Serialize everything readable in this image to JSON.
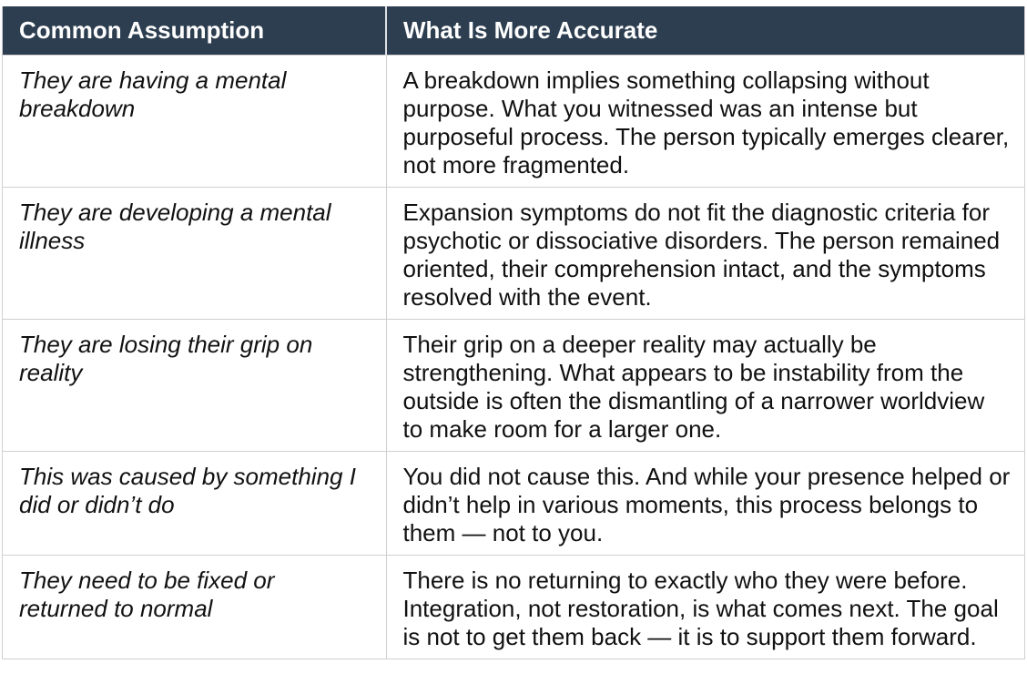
{
  "table": {
    "columns": [
      {
        "label": "Common Assumption"
      },
      {
        "label": "What Is More Accurate"
      }
    ],
    "rows": [
      {
        "assumption": "They are having a mental breakdown",
        "accurate": "A breakdown implies something collapsing without purpose. What you witnessed was an intense but purposeful process. The person typically emerges clearer, not more fragmented."
      },
      {
        "assumption": "They are developing a mental illness",
        "accurate": "Expansion symptoms do not fit the diagnostic criteria for psychotic or dissociative disorders. The person remained oriented, their comprehension intact, and the symptoms resolved with the event."
      },
      {
        "assumption": "They are losing their grip on reality",
        "accurate": "Their grip on a deeper reality may actually be strengthening. What appears to be instability from the outside is often the dismantling of a narrower worldview to make room for a larger one."
      },
      {
        "assumption": "This was caused by something I did or didn’t do",
        "accurate": "You did not cause this. And while your presence helped or didn’t help in various moments, this process belongs to them — not to you."
      },
      {
        "assumption": "They need to be fixed or returned to normal",
        "accurate": "There is no returning to exactly who they were before. Integration, not restoration, is what comes next. The goal is not to get them back — it is to support them forward."
      }
    ],
    "style": {
      "header_bg": "#2d3e50",
      "header_text_color": "#ffffff",
      "body_text_color": "#111111",
      "border_color": "#d0d0d0",
      "header_divider_color": "#dcdfe3"
    }
  }
}
